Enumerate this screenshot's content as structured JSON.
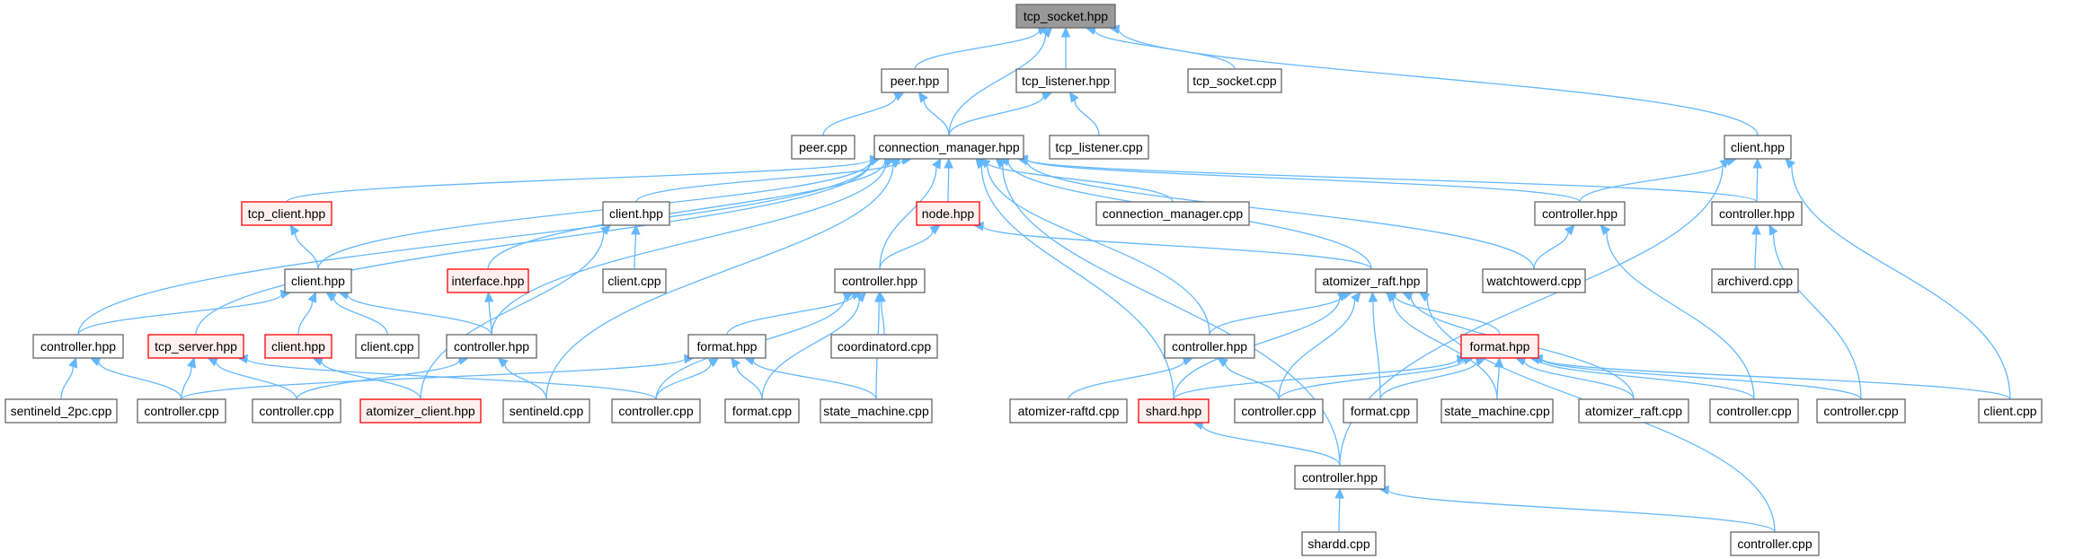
{
  "graph": {
    "nodes": [
      {
        "id": "tcp_socket_hpp",
        "label": "tcp_socket.hpp",
        "style": "root"
      },
      {
        "id": "peer_hpp",
        "label": "peer.hpp",
        "style": "normal"
      },
      {
        "id": "tcp_listener_hpp",
        "label": "tcp_listener.hpp",
        "style": "normal"
      },
      {
        "id": "tcp_socket_cpp",
        "label": "tcp_socket.cpp",
        "style": "normal"
      },
      {
        "id": "peer_cpp",
        "label": "peer.cpp",
        "style": "normal"
      },
      {
        "id": "connection_manager_hpp",
        "label": "connection_manager.hpp",
        "style": "normal"
      },
      {
        "id": "tcp_listener_cpp",
        "label": "tcp_listener.cpp",
        "style": "normal"
      },
      {
        "id": "client_hpp_right",
        "label": "client.hpp",
        "style": "normal"
      },
      {
        "id": "tcp_client_hpp",
        "label": "tcp_client.hpp",
        "style": "red"
      },
      {
        "id": "client_hpp_mid",
        "label": "client.hpp",
        "style": "normal"
      },
      {
        "id": "node_hpp",
        "label": "node.hpp",
        "style": "red"
      },
      {
        "id": "connection_manager_cpp",
        "label": "connection_manager.cpp",
        "style": "normal"
      },
      {
        "id": "controller_hpp_r1",
        "label": "controller.hpp",
        "style": "normal"
      },
      {
        "id": "controller_hpp_r2",
        "label": "controller.hpp",
        "style": "normal"
      },
      {
        "id": "client_hpp_left",
        "label": "client.hpp",
        "style": "normal"
      },
      {
        "id": "interface_hpp",
        "label": "interface.hpp",
        "style": "red"
      },
      {
        "id": "client_cpp_mid",
        "label": "client.cpp",
        "style": "normal"
      },
      {
        "id": "controller_hpp_mid",
        "label": "controller.hpp",
        "style": "normal"
      },
      {
        "id": "atomizer_raft_hpp",
        "label": "atomizer_raft.hpp",
        "style": "normal"
      },
      {
        "id": "watchtowerd_cpp",
        "label": "watchtowerd.cpp",
        "style": "normal"
      },
      {
        "id": "archiverd_cpp",
        "label": "archiverd.cpp",
        "style": "normal"
      },
      {
        "id": "controller_hpp_l1",
        "label": "controller.hpp",
        "style": "normal"
      },
      {
        "id": "tcp_server_hpp",
        "label": "tcp_server.hpp",
        "style": "red"
      },
      {
        "id": "client_hpp_red",
        "label": "client.hpp",
        "style": "red"
      },
      {
        "id": "client_cpp_left",
        "label": "client.cpp",
        "style": "normal"
      },
      {
        "id": "controller_hpp_l2",
        "label": "controller.hpp",
        "style": "normal"
      },
      {
        "id": "format_hpp_mid",
        "label": "format.hpp",
        "style": "normal"
      },
      {
        "id": "coordinatord_cpp",
        "label": "coordinatord.cpp",
        "style": "normal"
      },
      {
        "id": "controller_hpp_raft",
        "label": "controller.hpp",
        "style": "normal"
      },
      {
        "id": "format_hpp_red",
        "label": "format.hpp",
        "style": "red"
      },
      {
        "id": "sentineld_2pc_cpp",
        "label": "sentineld_2pc.cpp",
        "style": "normal"
      },
      {
        "id": "controller_cpp_1",
        "label": "controller.cpp",
        "style": "normal"
      },
      {
        "id": "controller_cpp_2",
        "label": "controller.cpp",
        "style": "normal"
      },
      {
        "id": "atomizer_client_hpp",
        "label": "atomizer_client.hpp",
        "style": "red"
      },
      {
        "id": "sentineld_cpp",
        "label": "sentineld.cpp",
        "style": "normal"
      },
      {
        "id": "controller_cpp_3",
        "label": "controller.cpp",
        "style": "normal"
      },
      {
        "id": "format_cpp_mid",
        "label": "format.cpp",
        "style": "normal"
      },
      {
        "id": "state_machine_cpp_mid",
        "label": "state_machine.cpp",
        "style": "normal"
      },
      {
        "id": "atomizer_raftd_cpp",
        "label": "atomizer-raftd.cpp",
        "style": "normal"
      },
      {
        "id": "shard_hpp",
        "label": "shard.hpp",
        "style": "red"
      },
      {
        "id": "controller_cpp_4",
        "label": "controller.cpp",
        "style": "normal"
      },
      {
        "id": "format_cpp_right",
        "label": "format.cpp",
        "style": "normal"
      },
      {
        "id": "state_machine_cpp_right",
        "label": "state_machine.cpp",
        "style": "normal"
      },
      {
        "id": "atomizer_raft_cpp",
        "label": "atomizer_raft.cpp",
        "style": "normal"
      },
      {
        "id": "controller_cpp_5",
        "label": "controller.cpp",
        "style": "normal"
      },
      {
        "id": "controller_cpp_6",
        "label": "controller.cpp",
        "style": "normal"
      },
      {
        "id": "client_cpp_right",
        "label": "client.cpp",
        "style": "normal"
      },
      {
        "id": "controller_hpp_bottom",
        "label": "controller.hpp",
        "style": "normal"
      },
      {
        "id": "shardd_cpp",
        "label": "shardd.cpp",
        "style": "normal"
      },
      {
        "id": "controller_cpp_bottom",
        "label": "controller.cpp",
        "style": "normal"
      }
    ],
    "edges": [
      [
        "peer_hpp",
        "tcp_socket_hpp"
      ],
      [
        "tcp_listener_hpp",
        "tcp_socket_hpp"
      ],
      [
        "tcp_socket_cpp",
        "tcp_socket_hpp"
      ],
      [
        "connection_manager_hpp",
        "tcp_socket_hpp"
      ],
      [
        "client_hpp_right",
        "tcp_socket_hpp"
      ],
      [
        "peer_cpp",
        "peer_hpp"
      ],
      [
        "connection_manager_hpp",
        "peer_hpp"
      ],
      [
        "connection_manager_hpp",
        "tcp_listener_hpp"
      ],
      [
        "tcp_listener_cpp",
        "tcp_listener_hpp"
      ],
      [
        "tcp_client_hpp",
        "connection_manager_hpp"
      ],
      [
        "client_hpp_mid",
        "connection_manager_hpp"
      ],
      [
        "node_hpp",
        "connection_manager_hpp"
      ],
      [
        "connection_manager_cpp",
        "connection_manager_hpp"
      ],
      [
        "controller_hpp_r1",
        "connection_manager_hpp"
      ],
      [
        "controller_hpp_r2",
        "connection_manager_hpp"
      ],
      [
        "client_hpp_left",
        "connection_manager_hpp"
      ],
      [
        "interface_hpp",
        "connection_manager_hpp"
      ],
      [
        "controller_hpp_mid",
        "connection_manager_hpp"
      ],
      [
        "atomizer_raft_hpp",
        "connection_manager_hpp"
      ],
      [
        "watchtowerd_cpp",
        "connection_manager_hpp"
      ],
      [
        "controller_hpp_l1",
        "connection_manager_hpp"
      ],
      [
        "tcp_server_hpp",
        "connection_manager_hpp"
      ],
      [
        "controller_hpp_l2",
        "connection_manager_hpp"
      ],
      [
        "controller_hpp_raft",
        "connection_manager_hpp"
      ],
      [
        "sentineld_cpp",
        "connection_manager_hpp"
      ],
      [
        "shard_hpp",
        "connection_manager_hpp"
      ],
      [
        "controller_hpp_bottom",
        "connection_manager_hpp"
      ],
      [
        "controller_hpp_r1",
        "client_hpp_right"
      ],
      [
        "controller_hpp_r2",
        "client_hpp_right"
      ],
      [
        "client_cpp_right",
        "client_hpp_right"
      ],
      [
        "controller_hpp_bottom",
        "client_hpp_right"
      ],
      [
        "client_hpp_left",
        "tcp_client_hpp"
      ],
      [
        "client_cpp_mid",
        "client_hpp_mid"
      ],
      [
        "atomizer_client_hpp",
        "client_hpp_mid"
      ],
      [
        "controller_hpp_mid",
        "node_hpp"
      ],
      [
        "atomizer_raft_hpp",
        "node_hpp"
      ],
      [
        "watchtowerd_cpp",
        "controller_hpp_r1"
      ],
      [
        "controller_cpp_5",
        "controller_hpp_r1"
      ],
      [
        "archiverd_cpp",
        "controller_hpp_r2"
      ],
      [
        "controller_cpp_6",
        "controller_hpp_r2"
      ],
      [
        "controller_hpp_l1",
        "client_hpp_left"
      ],
      [
        "client_hpp_red",
        "client_hpp_left"
      ],
      [
        "client_cpp_left",
        "client_hpp_left"
      ],
      [
        "controller_hpp_l2",
        "client_hpp_left"
      ],
      [
        "controller_hpp_l2",
        "interface_hpp"
      ],
      [
        "format_hpp_mid",
        "controller_hpp_mid"
      ],
      [
        "coordinatord_cpp",
        "controller_hpp_mid"
      ],
      [
        "controller_cpp_3",
        "controller_hpp_mid"
      ],
      [
        "format_cpp_mid",
        "controller_hpp_mid"
      ],
      [
        "state_machine_cpp_mid",
        "controller_hpp_mid"
      ],
      [
        "controller_hpp_raft",
        "atomizer_raft_hpp"
      ],
      [
        "format_hpp_red",
        "atomizer_raft_hpp"
      ],
      [
        "shard_hpp",
        "atomizer_raft_hpp"
      ],
      [
        "controller_cpp_4",
        "atomizer_raft_hpp"
      ],
      [
        "format_cpp_right",
        "atomizer_raft_hpp"
      ],
      [
        "state_machine_cpp_right",
        "atomizer_raft_hpp"
      ],
      [
        "atomizer_raft_cpp",
        "atomizer_raft_hpp"
      ],
      [
        "controller_cpp_bottom",
        "atomizer_raft_hpp"
      ],
      [
        "sentineld_2pc_cpp",
        "controller_hpp_l1"
      ],
      [
        "controller_cpp_1",
        "controller_hpp_l1"
      ],
      [
        "controller_cpp_1",
        "tcp_server_hpp"
      ],
      [
        "controller_cpp_2",
        "tcp_server_hpp"
      ],
      [
        "controller_cpp_3",
        "tcp_server_hpp"
      ],
      [
        "atomizer_client_hpp",
        "client_hpp_red"
      ],
      [
        "controller_cpp_2",
        "controller_hpp_l2"
      ],
      [
        "sentineld_cpp",
        "controller_hpp_l2"
      ],
      [
        "controller_cpp_1",
        "format_hpp_mid"
      ],
      [
        "controller_cpp_3",
        "format_hpp_mid"
      ],
      [
        "format_cpp_mid",
        "format_hpp_mid"
      ],
      [
        "state_machine_cpp_mid",
        "format_hpp_mid"
      ],
      [
        "atomizer_raftd_cpp",
        "controller_hpp_raft"
      ],
      [
        "controller_cpp_4",
        "controller_hpp_raft"
      ],
      [
        "shard_hpp",
        "format_hpp_red"
      ],
      [
        "controller_cpp_4",
        "format_hpp_red"
      ],
      [
        "format_cpp_right",
        "format_hpp_red"
      ],
      [
        "state_machine_cpp_right",
        "format_hpp_red"
      ],
      [
        "atomizer_raft_cpp",
        "format_hpp_red"
      ],
      [
        "controller_cpp_5",
        "format_hpp_red"
      ],
      [
        "controller_cpp_6",
        "format_hpp_red"
      ],
      [
        "client_cpp_right",
        "format_hpp_red"
      ],
      [
        "controller_hpp_bottom",
        "shard_hpp"
      ],
      [
        "shardd_cpp",
        "controller_hpp_bottom"
      ],
      [
        "controller_cpp_bottom",
        "controller_hpp_bottom"
      ]
    ]
  },
  "colors": {
    "edge": "#63b8ff",
    "node_border": "#666666",
    "root_fill": "#999999",
    "highlight_border": "#ff0000",
    "highlight_fill": "#fff0f0"
  }
}
